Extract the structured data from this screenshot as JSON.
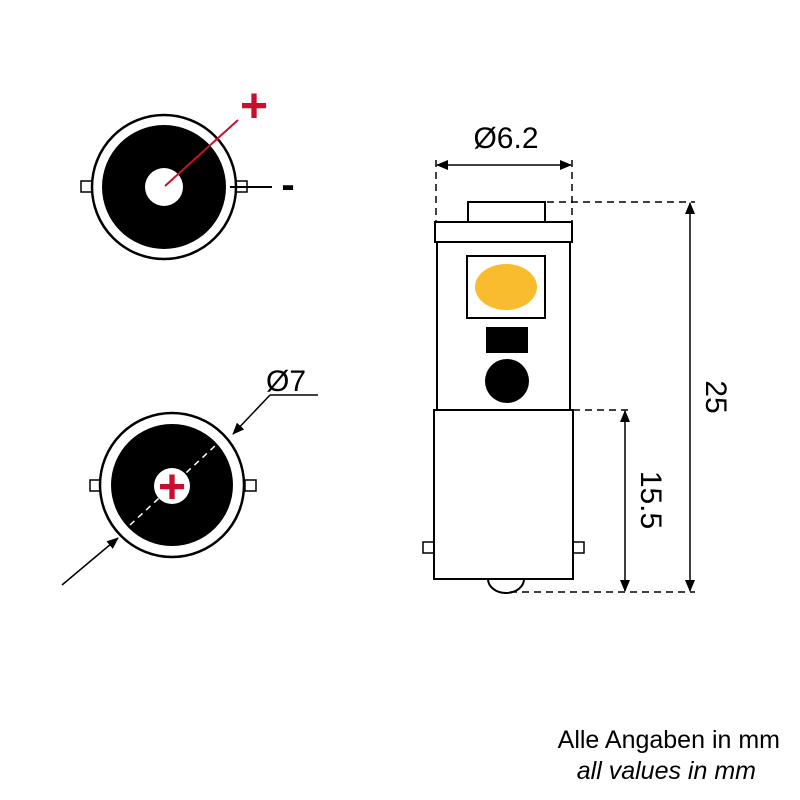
{
  "colors": {
    "positive": "#c8102e",
    "led": "#f9bc2e",
    "line": "#000000"
  },
  "top_view": {
    "plus_label": "+",
    "minus_label": "-"
  },
  "bottom_view": {
    "diameter_label": "Ø7",
    "plus_label": "+"
  },
  "side_view": {
    "width_label": "Ø6.2",
    "total_height_label": "25",
    "base_height_label": "15.5"
  },
  "footer": {
    "german": "Alle Angaben in mm",
    "english": "all values in mm"
  }
}
